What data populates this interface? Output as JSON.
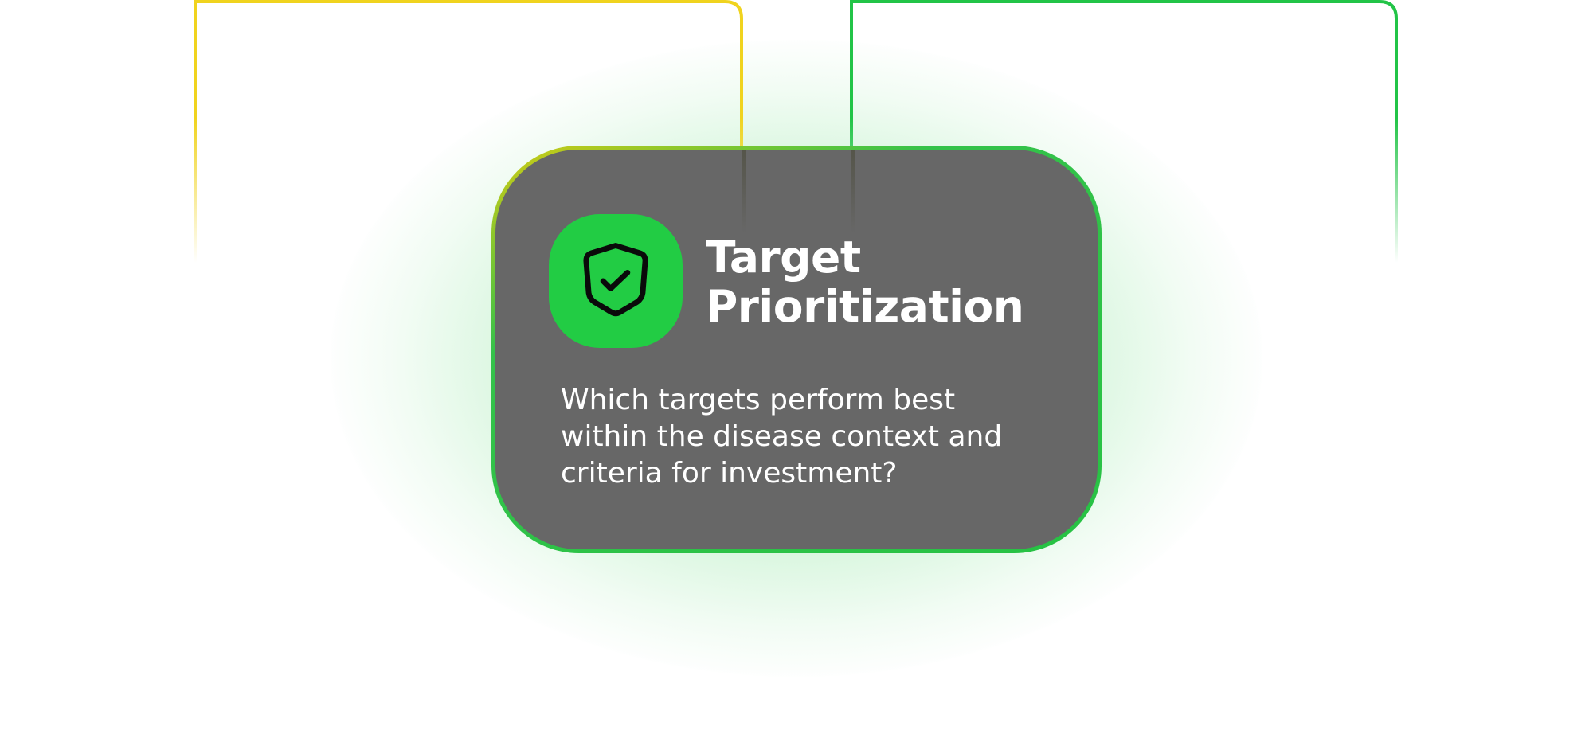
{
  "card": {
    "title_line1": "Target",
    "title_line2": "Prioritization",
    "description": "Which targets perform best within the disease context and criteria for investment?",
    "icon": "shield-check-icon"
  },
  "colors": {
    "left_connector": "#f0d31e",
    "right_connector": "#22c447",
    "accent_green": "#22cc44",
    "card_fill": "#676767",
    "text": "#ffffff"
  }
}
